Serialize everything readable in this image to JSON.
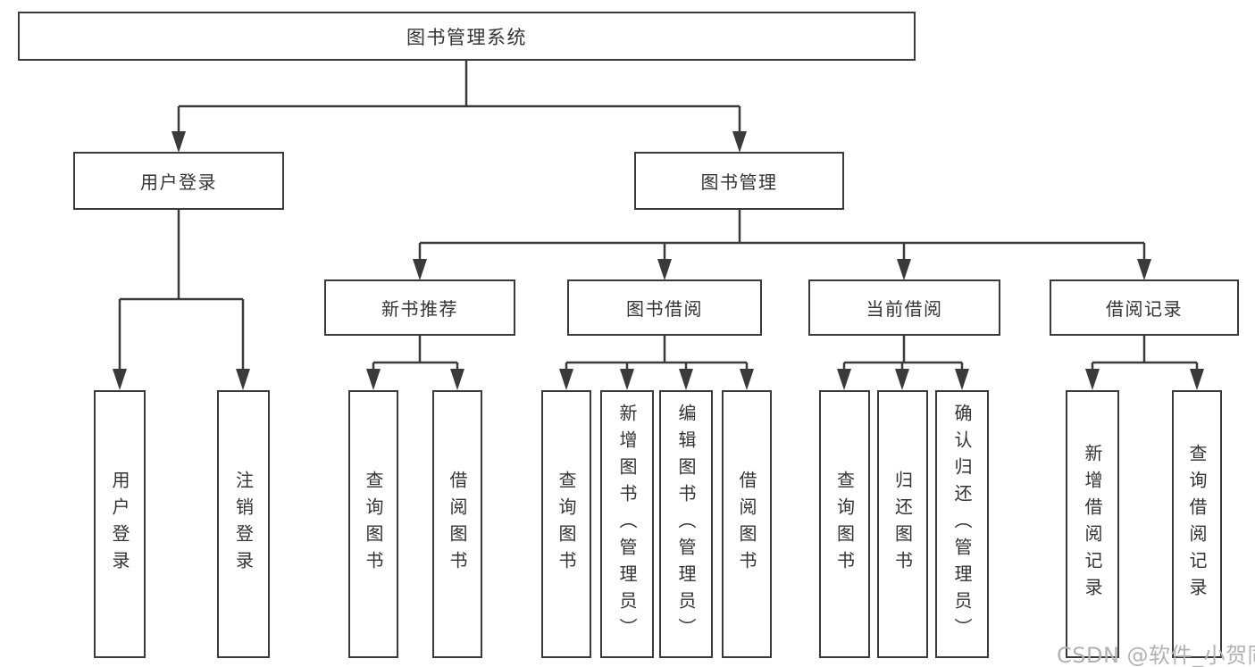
{
  "diagram": {
    "title": "图书管理系统",
    "colors": {
      "line": "#3a3a3a",
      "text": "#333333",
      "box_fill": "#ffffff",
      "watermark": "#b2b2b2"
    },
    "tree": {
      "root": {
        "label": "图书管理系统"
      },
      "children": [
        {
          "label": "用户登录",
          "children": [
            {
              "label": "用户登录"
            },
            {
              "label": "注销登录"
            }
          ]
        },
        {
          "label": "图书管理",
          "children": [
            {
              "label": "新书推荐",
              "children": [
                {
                  "label": "查询图书"
                },
                {
                  "label": "借阅图书"
                }
              ]
            },
            {
              "label": "图书借阅",
              "children": [
                {
                  "label": "查询图书"
                },
                {
                  "label": "新增图书（管理员）"
                },
                {
                  "label": "编辑图书（管理员）"
                },
                {
                  "label": "借阅图书"
                }
              ]
            },
            {
              "label": "当前借阅",
              "children": [
                {
                  "label": "查询图书"
                },
                {
                  "label": "归还图书"
                },
                {
                  "label": "确认归还（管理员）"
                }
              ]
            },
            {
              "label": "借阅记录",
              "children": [
                {
                  "label": "新增借阅记录"
                },
                {
                  "label": "查询借阅记录"
                }
              ]
            }
          ]
        }
      ]
    },
    "watermark": "CSDN @软件_小贺同学"
  }
}
